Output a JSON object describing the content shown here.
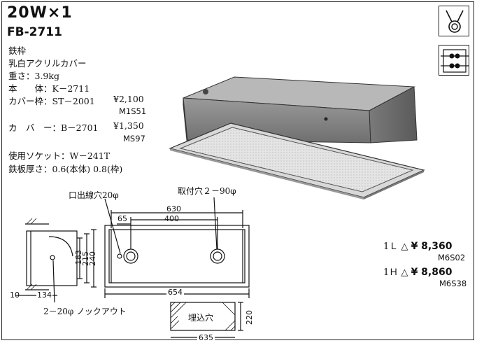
{
  "header": {
    "title": "20W×1",
    "model": "FB-2711"
  },
  "specs": {
    "frame": "鉄枠",
    "cover_material": "乳白アクリルカバー",
    "weight": "重さ：3.9kg",
    "body": "本　　体：K－2711",
    "cover_frame": "カバー枠：ST－2001",
    "cover_frame_price": "¥2,100",
    "cover_frame_code": "M1S51",
    "cover": "カ　バ　ー：B－2701",
    "cover_price": "¥1,350",
    "cover_code": "MS97",
    "socket": "使用ソケット：W－241T",
    "thickness": "鉄板厚さ：0.6(本体) 0.8(枠)"
  },
  "drawing": {
    "cable_hole": "口出線穴20φ",
    "mount_hole": "取付穴２－90φ",
    "knockout": "2－20φ ノックアウト",
    "dim_630": "630",
    "dim_65": "65",
    "dim_400": "400",
    "dim_654": "654",
    "dim_183": "183",
    "dim_215": "215",
    "dim_240": "240",
    "dim_10": "10",
    "dim_134": "134",
    "embed_label": "埋込穴",
    "dim_220": "220",
    "dim_635": "635"
  },
  "options": [
    {
      "label": "1Ｌ",
      "price": "¥ 8,360",
      "code": "M6S02"
    },
    {
      "label": "1Ｈ",
      "price": "¥ 8,860",
      "code": "M6S38"
    }
  ]
}
